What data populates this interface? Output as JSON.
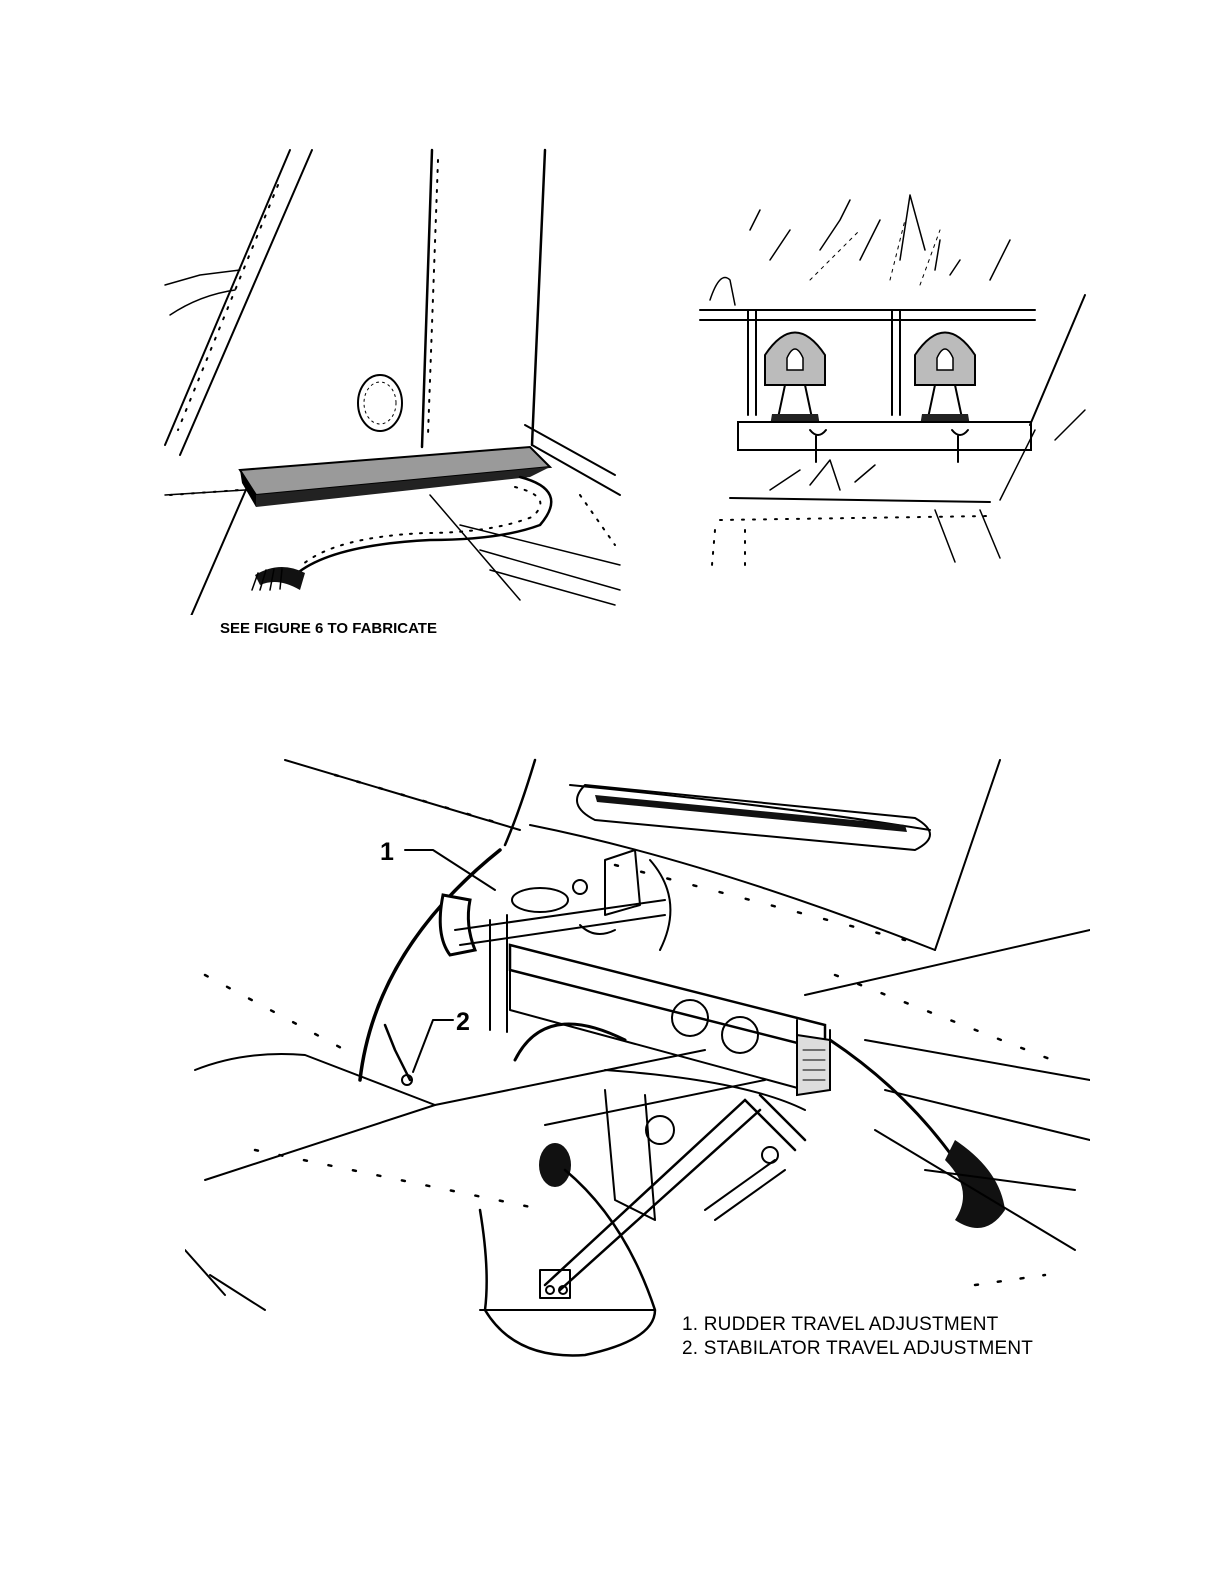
{
  "figure_top_left": {
    "callout": "SEE FIGURE 6 TO FABRICATE"
  },
  "figure_bottom": {
    "leaders": [
      {
        "num": "1"
      },
      {
        "num": "2"
      }
    ],
    "legend": [
      "1.  RUDDER TRAVEL ADJUSTMENT",
      "2.  STABILATOR TRAVEL ADJUSTMENT"
    ]
  }
}
